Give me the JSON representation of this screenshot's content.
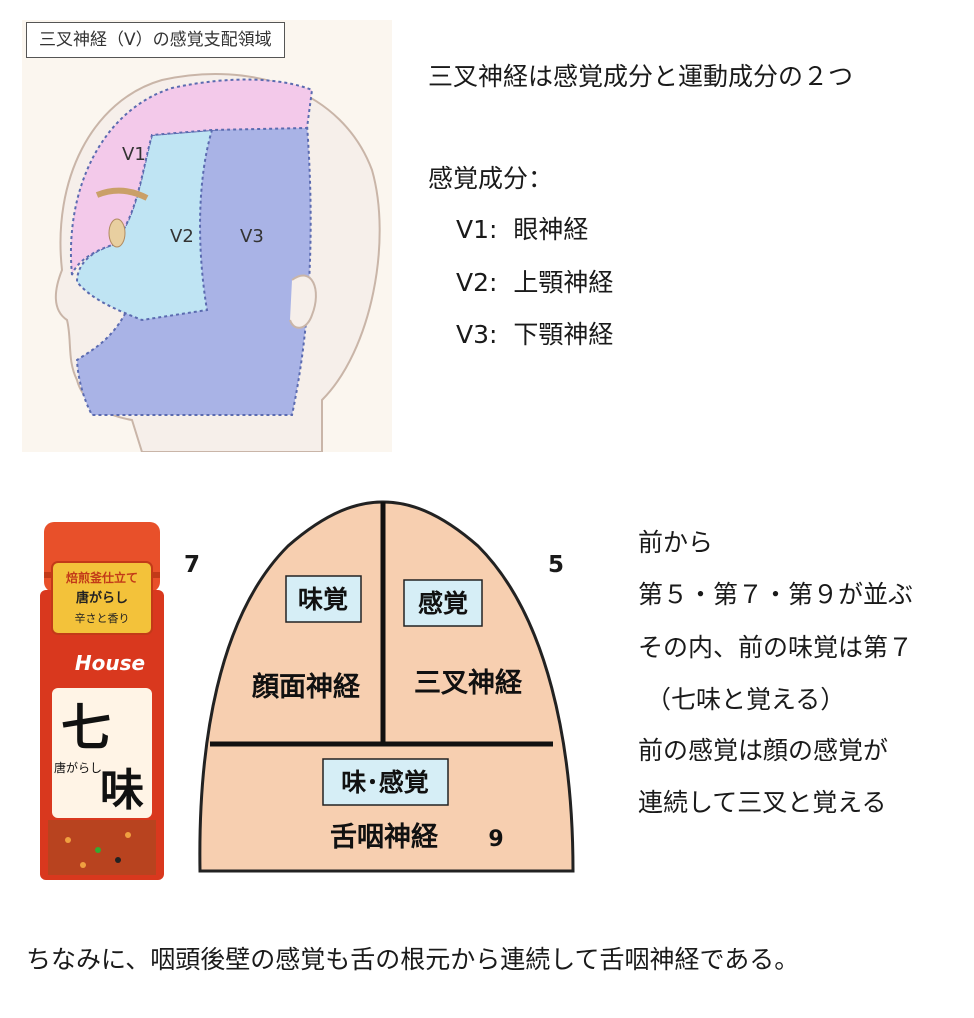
{
  "face_figure": {
    "title": "三叉神経（V）の感覚支配領域",
    "regions": [
      "V1",
      "V2",
      "V3"
    ],
    "colors": {
      "v1": "#f3c9ea",
      "v2": "#bfe4f3",
      "v3": "#a9b3e6",
      "skin": "#f6efea"
    }
  },
  "intro": {
    "headline": "三叉神経は感覚成分と運動成分の２つ",
    "sensory_heading": "感覚成分：",
    "branches": [
      {
        "code": "V1:",
        "name": "眼神経"
      },
      {
        "code": "V2:",
        "name": "上顎神経"
      },
      {
        "code": "V3:",
        "name": "下顎神経"
      }
    ]
  },
  "tongue": {
    "left_box": "味覚",
    "right_box": "感覚",
    "left_label": "顔面神経",
    "right_label": "三叉神経",
    "bottom_box": "味･感覚",
    "bottom_label": "舌咽神経",
    "num_left": "7",
    "num_right": "5",
    "num_bottom": "9",
    "colors": {
      "fill": "#f7cfb0",
      "box": "#d6eef6"
    }
  },
  "product": {
    "top_label_1": "焙煎釜仕立て",
    "top_label_2": "唐がらし",
    "top_label_3": "辛さと香り",
    "brand": "House",
    "big_char_1": "七",
    "big_char_2": "味",
    "sub_label": "唐がらし",
    "colors": {
      "red": "#d9381e",
      "cap": "#e8502a"
    }
  },
  "notes": [
    "前から",
    "第５・第７・第９が並ぶ",
    "その内、前の味覚は第７",
    "（七味と覚える）",
    "前の感覚は顔の感覚が",
    "連続して三叉と覚える"
  ],
  "footer": "ちなみに、咽頭後壁の感覚も舌の根元から連続して舌咽神経である。"
}
